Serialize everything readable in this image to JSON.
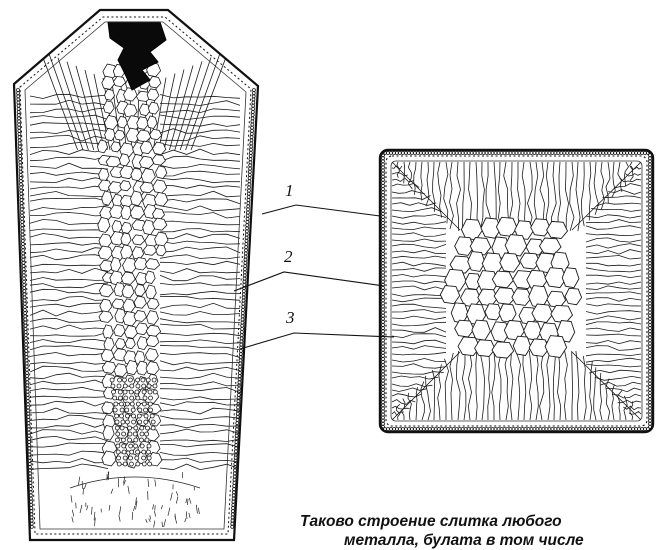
{
  "labels": [
    "1",
    "2",
    "3"
  ],
  "caption": {
    "line1": "Таково строение слитка любого",
    "line2": "металла, булата в том числе"
  },
  "colors": {
    "ink": "#111111",
    "paper": "#ffffff",
    "shrinkage_cavity": "#0a0a0a"
  }
}
